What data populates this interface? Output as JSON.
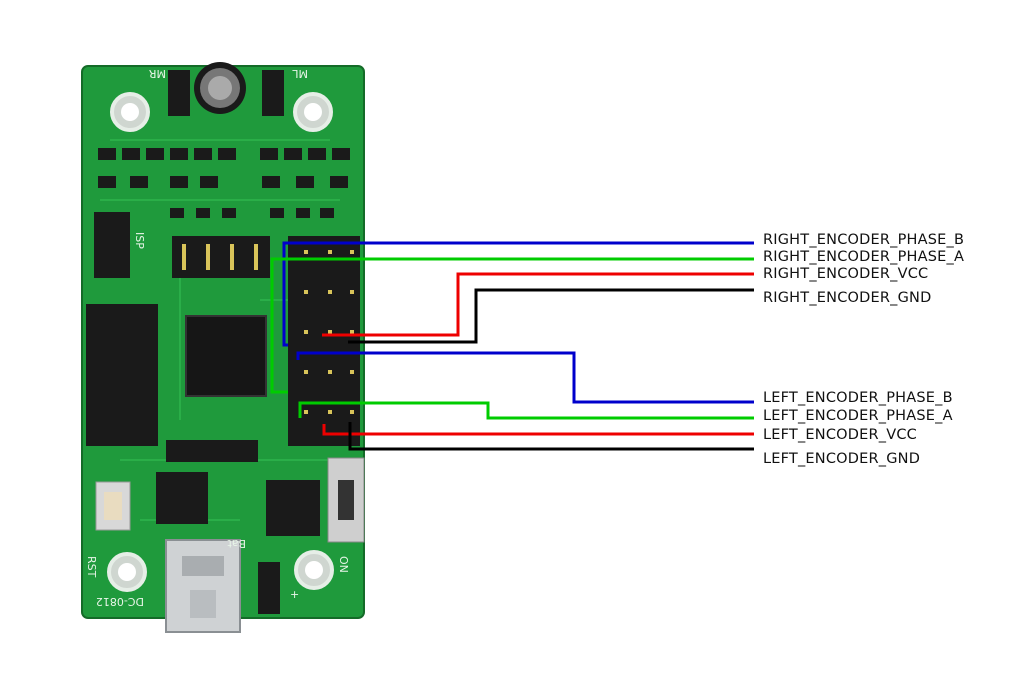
{
  "board": {
    "silkscreen": {
      "mr": "MR",
      "ml": "ML",
      "isp": "ISP",
      "rst": "RST",
      "bat": "Bat",
      "on": "ON",
      "model": "DC-0812",
      "plus": "+"
    },
    "colors": {
      "pcb": "#1f9a3c",
      "pcb_dark": "#157a2c",
      "header": "#1a1a1a",
      "pin": "#d9c45a"
    }
  },
  "wires": [
    {
      "label": "RIGHT_ENCODER_PHASE_B",
      "color": "#0000cc"
    },
    {
      "label": "RIGHT_ENCODER_PHASE_A",
      "color": "#00cc00"
    },
    {
      "label": "RIGHT_ENCODER_VCC",
      "color": "#ee0000"
    },
    {
      "label": "RIGHT_ENCODER_GND",
      "color": "#000000"
    },
    {
      "label": "LEFT_ENCODER_PHASE_B",
      "color": "#0000cc"
    },
    {
      "label": "LEFT_ENCODER_PHASE_A",
      "color": "#00cc00"
    },
    {
      "label": "LEFT_ENCODER_VCC",
      "color": "#ee0000"
    },
    {
      "label": "LEFT_ENCODER_GND",
      "color": "#000000"
    }
  ]
}
